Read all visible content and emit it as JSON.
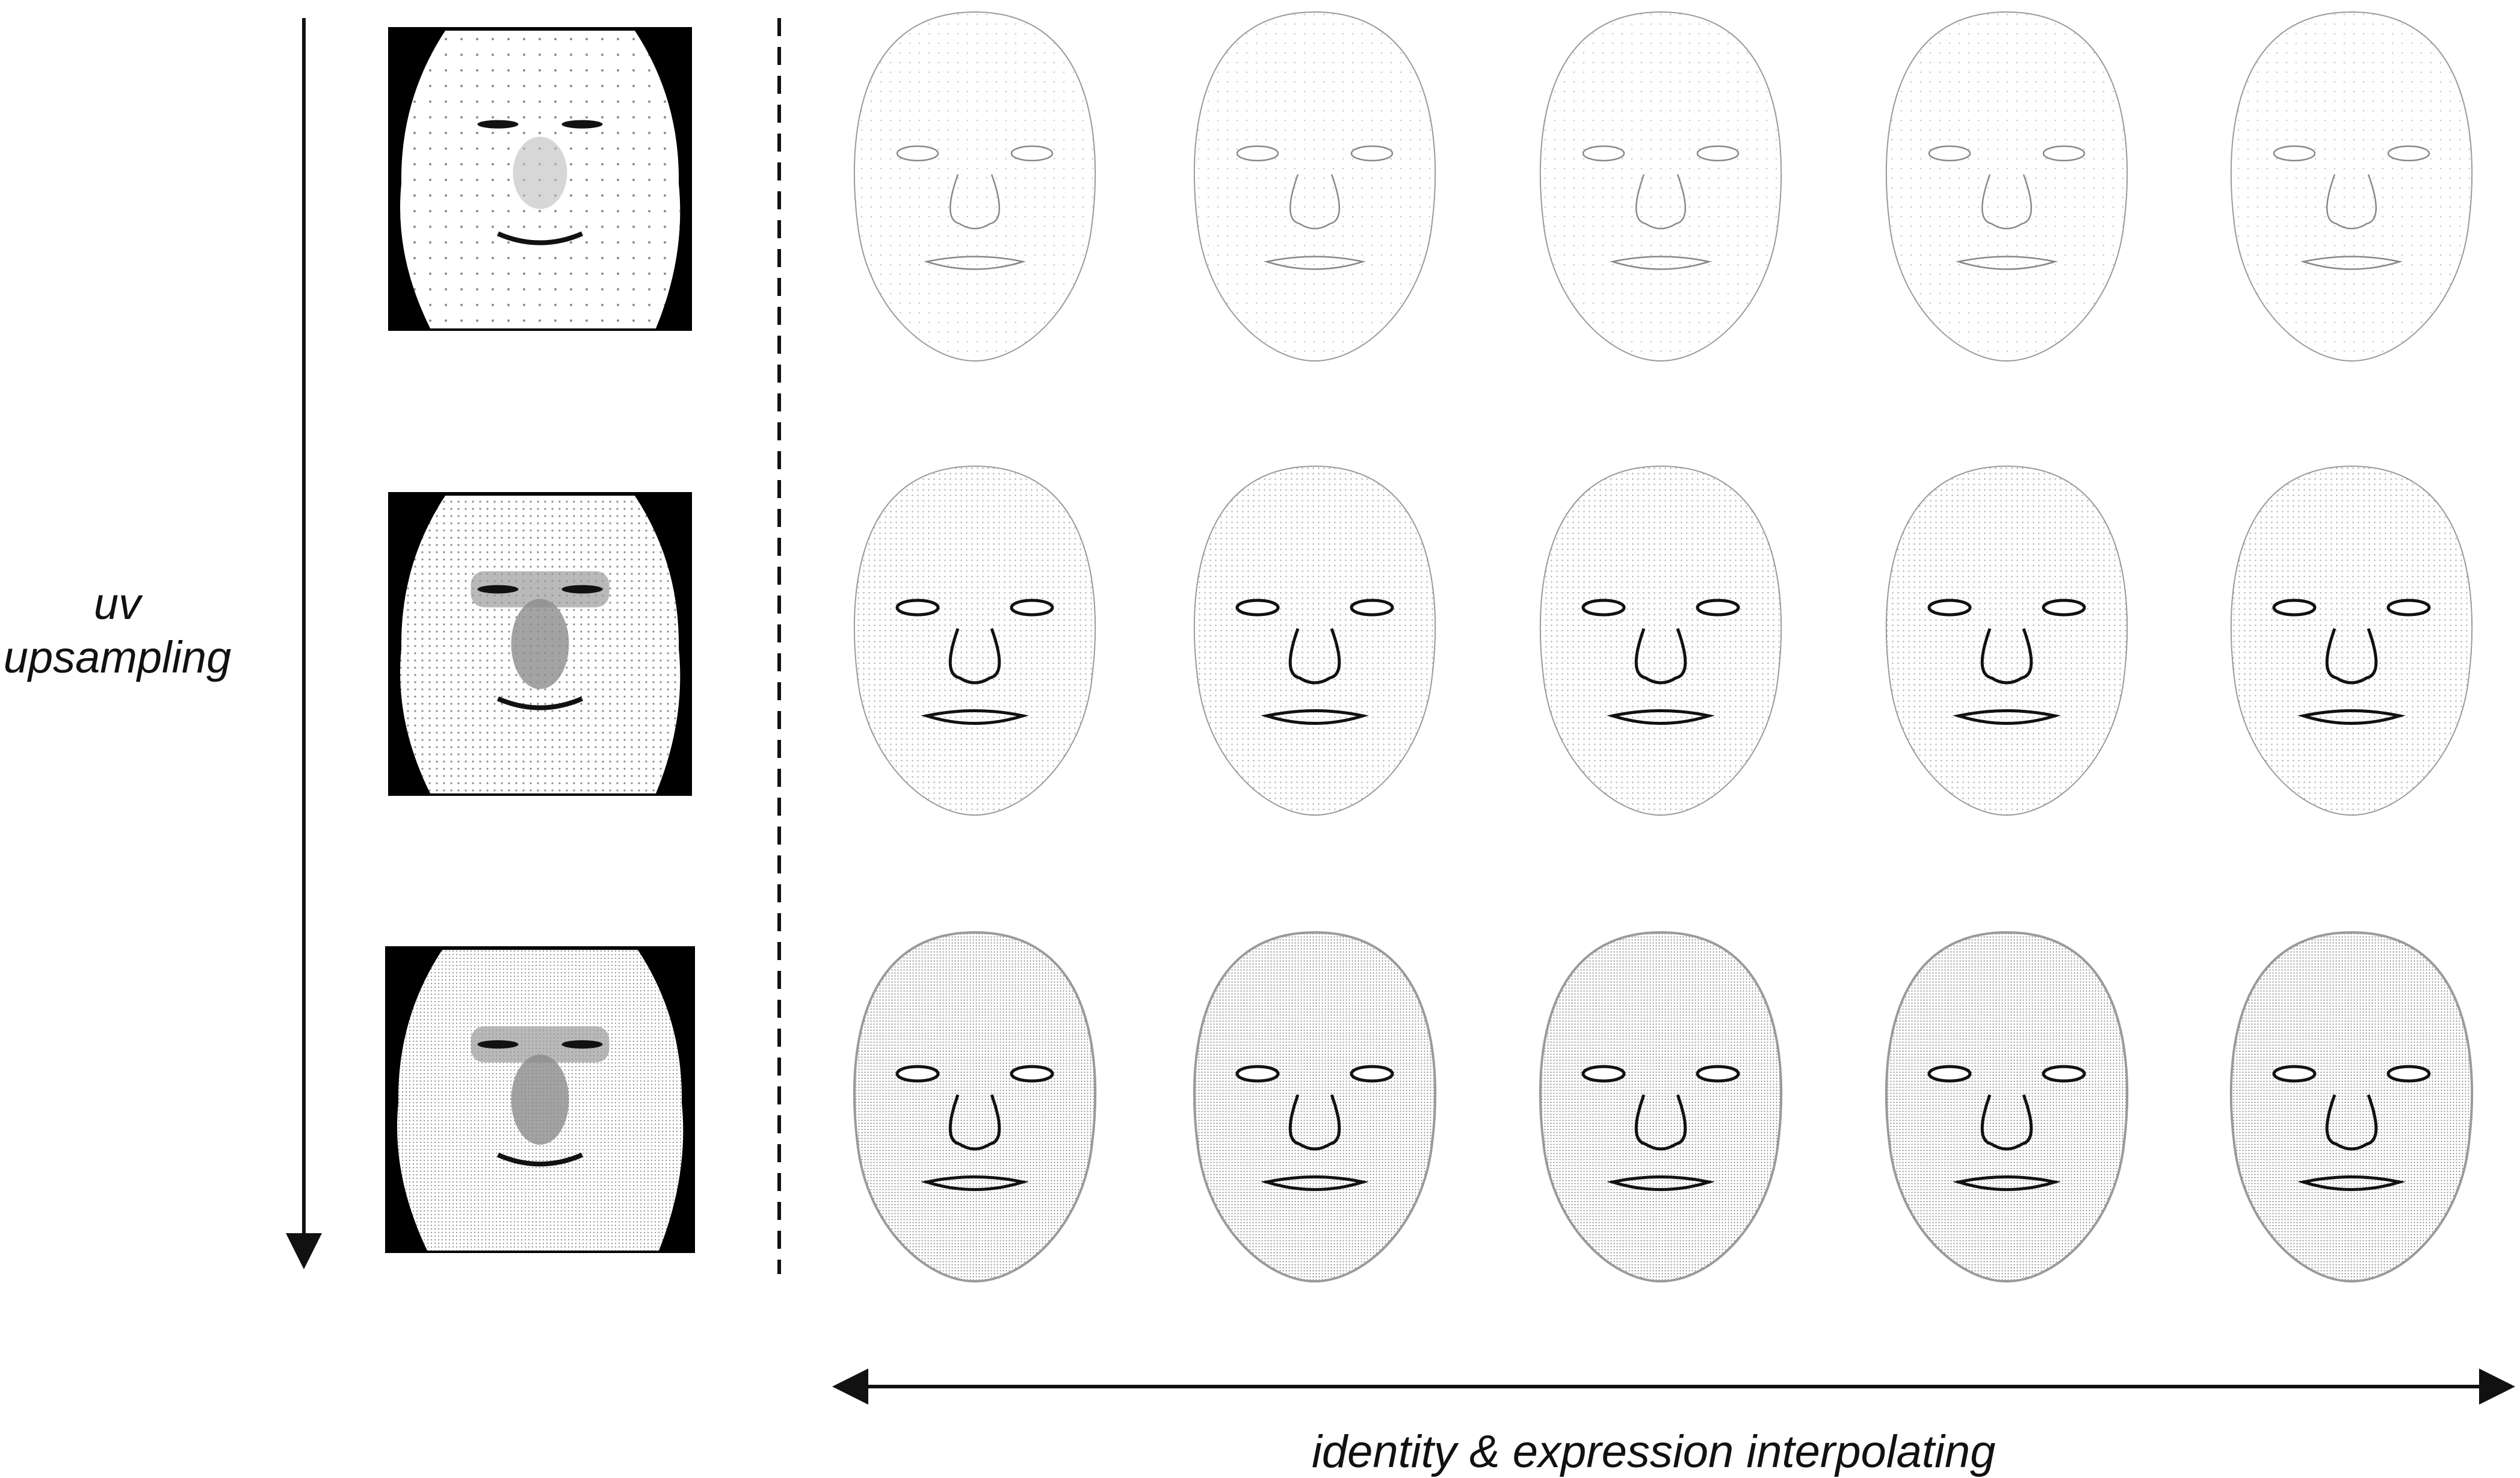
{
  "labels": {
    "uv_line1": "uv",
    "uv_line2": "upsampling",
    "interpolation": "identity & expression interpolating"
  },
  "colors": {
    "background": "#ffffff",
    "ink": "#111111",
    "uv_background": "#000000",
    "uv_gray": "#8a8a8a",
    "face_outline": "#9a9a9a"
  },
  "rows": [
    {
      "level": 1,
      "density": 0.15
    },
    {
      "level": 2,
      "density": 0.45
    },
    {
      "level": 3,
      "density": 0.9
    }
  ],
  "faces_per_row": 5
}
